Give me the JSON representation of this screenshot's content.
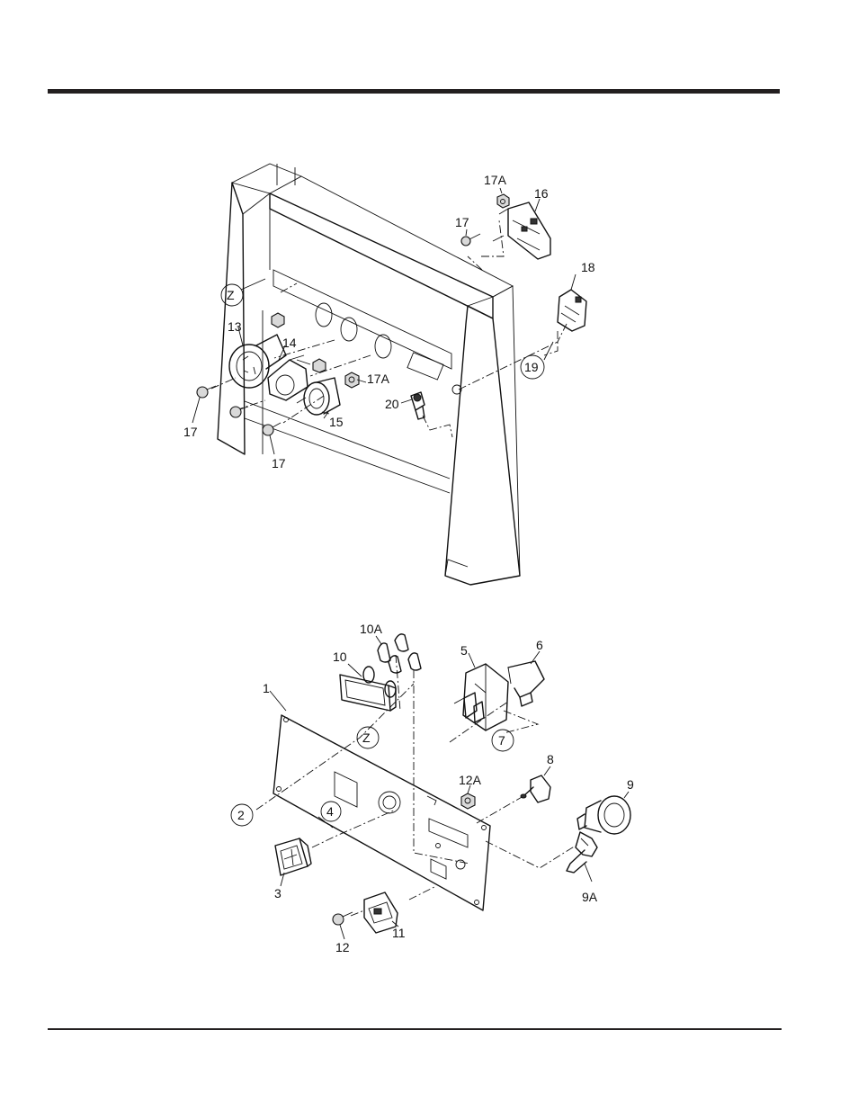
{
  "upper_assembly": {
    "callouts": {
      "c17A_top": "17A",
      "c16": "16",
      "c17_top": "17",
      "c18": "18",
      "cZ": "Z",
      "c13": "13",
      "c14": "14",
      "c17A_mid": "17A",
      "c19": "19",
      "c20": "20",
      "c17_left": "17",
      "c15": "15",
      "c17_bottom": "17"
    }
  },
  "lower_assembly": {
    "callouts": {
      "c10A": "10A",
      "c10": "10",
      "c5": "5",
      "c6": "6",
      "c1": "1",
      "cZ": "Z",
      "c7": "7",
      "c8": "8",
      "c12A": "12A",
      "c9": "9",
      "c2": "2",
      "c4": "4",
      "c3": "3",
      "c9A": "9A",
      "c12": "12",
      "c11": "11"
    }
  }
}
